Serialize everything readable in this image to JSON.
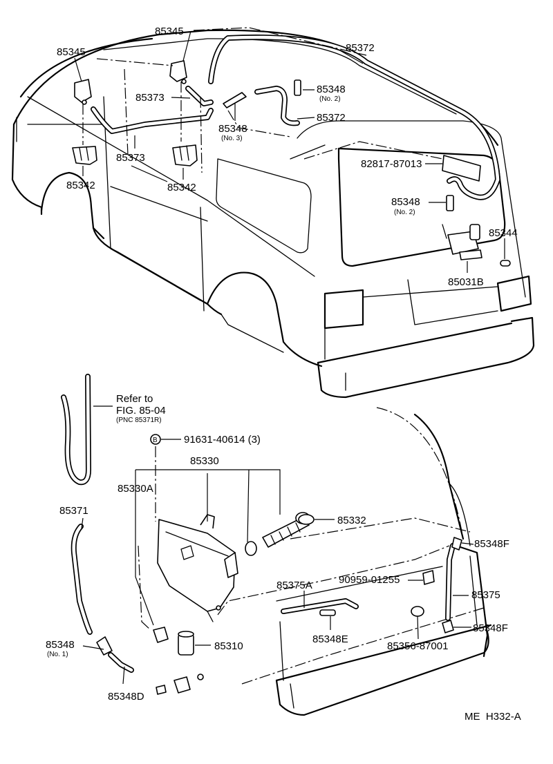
{
  "diagram": {
    "id": "ME  H332-A",
    "callouts": {
      "p85345a": "85345",
      "p85345b": "85345",
      "p85372a": "85372",
      "p85372b": "85372",
      "p85373a": "85373",
      "p85373b": "85373",
      "p85348_no2a": "85348",
      "p85348_no2b": "85348",
      "p85348_no3": "85348",
      "no2a": "(No. 2)",
      "no2b": "(No. 2)",
      "no3": "(No. 3)",
      "p82817": "82817-87013",
      "p85342a": "85342",
      "p85342b": "85342",
      "p85344": "85344",
      "p85031b": "85031B",
      "refer_line1": "Refer to",
      "refer_line2": "FIG. 85-04",
      "refer_line3": "(PNC 85371R)",
      "circle_b": "B",
      "p91631": "91631-40614 (3)",
      "p85330": "85330",
      "p85330a": "85330A",
      "p85332": "85332",
      "p85371": "85371",
      "p85348f_a": "85348F",
      "p85375a": "85375A",
      "p90959": "90959-01255",
      "p85375": "85375",
      "p85348e": "85348E",
      "p85348_no1": "85348",
      "no1": "(No. 1)",
      "p85310": "85310",
      "p85356": "85356-87001",
      "p85348f_b": "85348F",
      "p85348d": "85348D"
    }
  }
}
